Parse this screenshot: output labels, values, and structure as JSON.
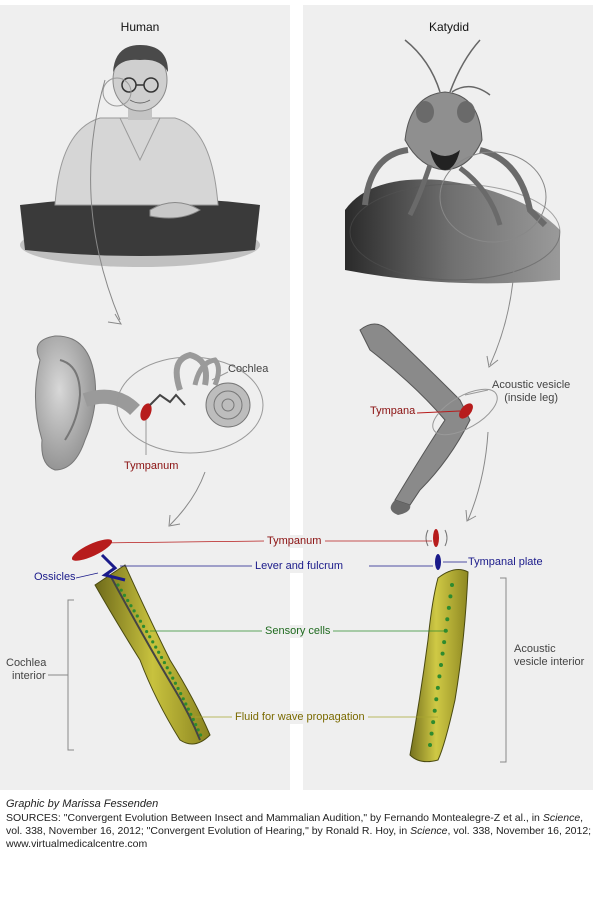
{
  "columns": {
    "left_title": "Human",
    "right_title": "Katydid"
  },
  "labels": {
    "cochlea": "Cochlea",
    "tympanum_human": "Tympanum",
    "acoustic_vesicle": [
      "Acoustic vesicle",
      "(inside leg)"
    ],
    "tympana": "Tympana",
    "tympanum_center": "Tympanum",
    "tympanal_plate": "Tympanal plate",
    "ossicles": "Ossicles",
    "lever_fulcrum": "Lever and fulcrum",
    "sensory_cells": "Sensory cells",
    "cochlea_interior": [
      "Cochlea",
      "interior"
    ],
    "vesicle_interior": [
      "Acoustic",
      "vesicle interior"
    ],
    "fluid": "Fluid for wave propagation"
  },
  "footer": {
    "credit": "Graphic by Marissa Fessenden",
    "sources_1": "SOURCES: \"Convergent Evolution Between Insect and Mammalian Audition,\" by Fernando Montealegre-Z et al., in ",
    "sources_journal_1": "Science",
    "sources_2": ", vol. 338, November 16, 2012; \"Convergent Evolution of Hearing,\" by Ronald R. Hoy, in ",
    "sources_journal_2": "Science",
    "sources_3": ", vol. 338, November 16, 2012; www.virtualmedicalcentre.com"
  },
  "colors": {
    "tympanum_red": "#b71c1c",
    "lever_blue": "#1a1a8a",
    "sensory_green": "#2e8b2e",
    "fluid_olive": "#a8a630",
    "leader_gray": "#888888"
  }
}
